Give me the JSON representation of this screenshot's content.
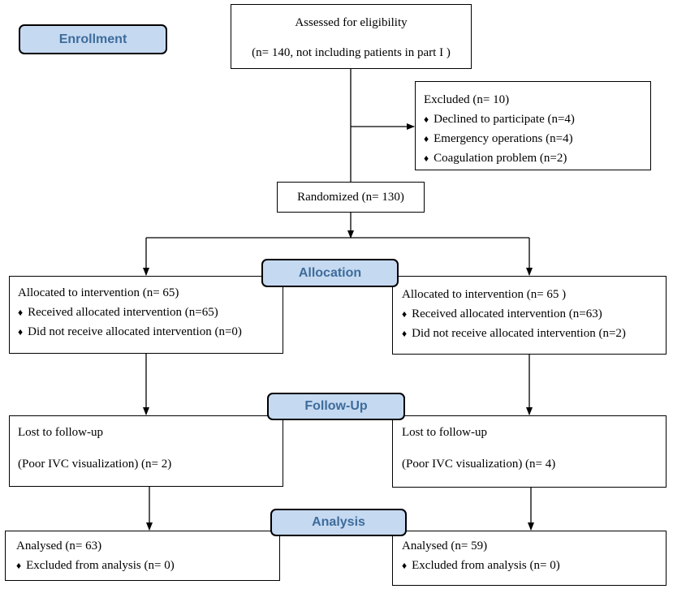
{
  "stages": {
    "enrollment": "Enrollment",
    "allocation": "Allocation",
    "follow_up": "Follow-Up",
    "analysis": "Analysis"
  },
  "assessed": {
    "title": "Assessed for eligibility",
    "detail": "(n= 140, not including patients in part I )"
  },
  "excluded": {
    "title": "Excluded  (n= 10)",
    "items": [
      "Declined to participate (n=4)",
      "Emergency operations (n=4)",
      "Coagulation problem (n=2)"
    ]
  },
  "randomized": "Randomized (n= 130)",
  "allocation": {
    "left": {
      "title": "Allocated to intervention (n= 65)",
      "items": [
        "Received allocated intervention (n=65)",
        "Did not receive allocated intervention (n=0)"
      ]
    },
    "right": {
      "title": "Allocated to intervention (n= 65 )",
      "items": [
        "Received allocated intervention (n=63)",
        "Did not receive allocated intervention (n=2)"
      ]
    }
  },
  "follow_up": {
    "left": {
      "title": "Lost to follow-up",
      "detail": "(Poor IVC visualization) (n= 2)"
    },
    "right": {
      "title": "Lost to follow-up",
      "detail": "(Poor IVC visualization) (n= 4)"
    }
  },
  "analysis": {
    "left": {
      "title": "Analysed  (n= 63)",
      "items": [
        "Excluded from analysis  (n= 0)"
      ]
    },
    "right": {
      "title": "Analysed  (n= 59)",
      "items": [
        "Excluded from analysis (n= 0)"
      ]
    }
  },
  "bullet_glyph": "♦",
  "colors": {
    "stage_fill": "#c5d9f1",
    "stage_text": "#3e6c9b",
    "line": "#000000"
  }
}
